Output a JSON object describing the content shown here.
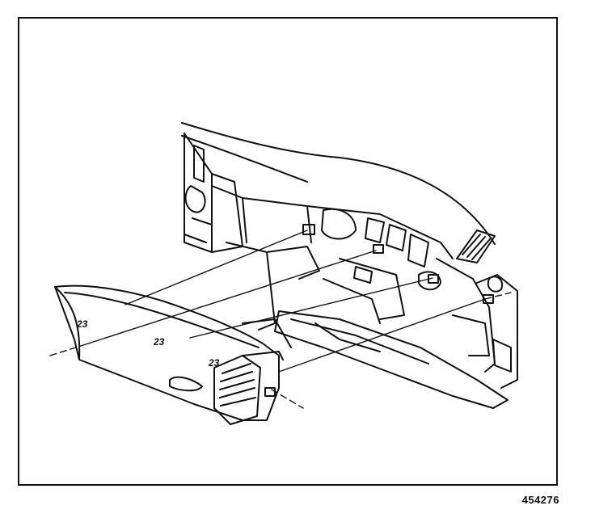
{
  "figure": {
    "reference_number": "454276",
    "callouts": [
      {
        "label": "23"
      },
      {
        "label": "23"
      },
      {
        "label": "23"
      }
    ]
  }
}
